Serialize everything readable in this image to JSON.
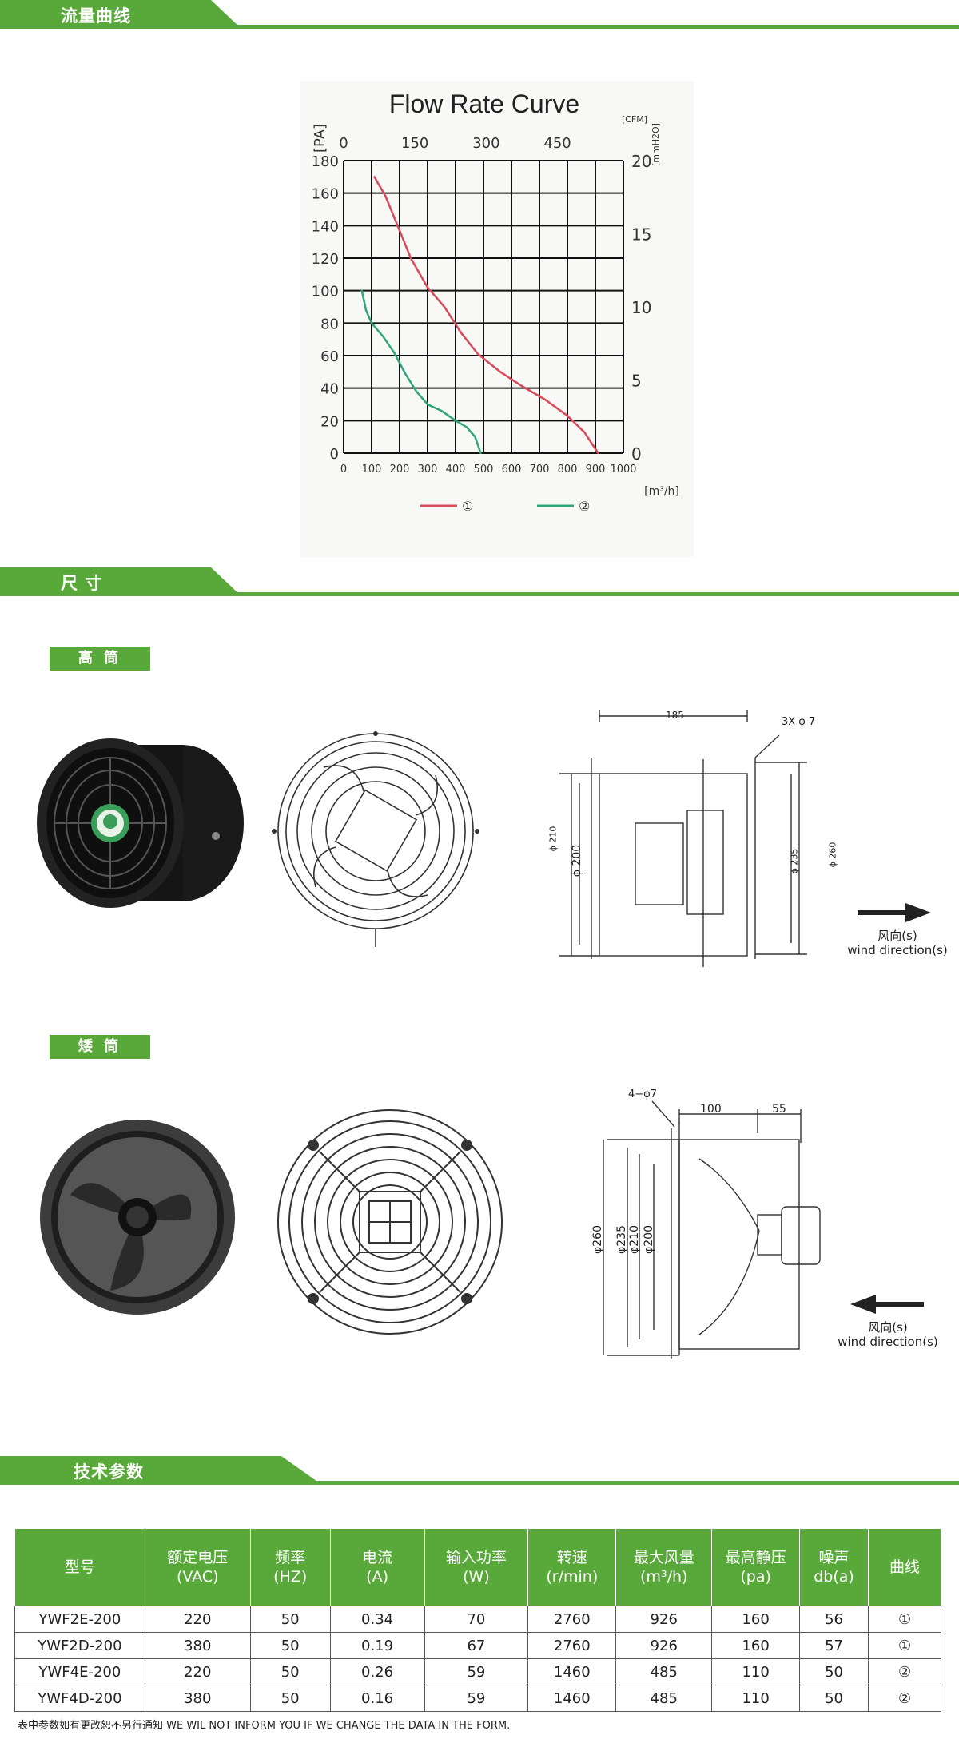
{
  "sections": {
    "flow": "流量曲线",
    "dims": "尺 寸",
    "tech": "技术参数"
  },
  "sub_labels": {
    "tall": "高 筒",
    "short": "矮 筒"
  },
  "chart_data": {
    "type": "line",
    "title": "Flow Rate Curve",
    "ylabel_left": "[PA]",
    "ylabel_right": "[mmH2O]",
    "xlabel_bottom": "[m³/h]",
    "xlabel_top": "[CFM]",
    "x_ticks": [
      "0",
      "100",
      "200",
      "300",
      "400",
      "500",
      "600",
      "700",
      "800",
      "900",
      "1000"
    ],
    "y_ticks": [
      "0",
      "20",
      "40",
      "60",
      "80",
      "100",
      "120",
      "140",
      "160",
      "180"
    ],
    "top_ticks": [
      "0",
      "150",
      "300",
      "450"
    ],
    "right_ticks": [
      "0",
      "5",
      "10",
      "15",
      "20"
    ],
    "xlim": [
      0,
      1000
    ],
    "ylim": [
      0,
      180
    ],
    "grid": true,
    "legend_placement": "bottom",
    "series": [
      {
        "name": "①",
        "color": "#d84a5a",
        "x": [
          110,
          150,
          200,
          240,
          300,
          360,
          420,
          480,
          560,
          640,
          720,
          800,
          860,
          910
        ],
        "y": [
          170,
          158,
          137,
          120,
          102,
          90,
          74,
          61,
          50,
          41,
          33,
          23,
          13,
          0
        ]
      },
      {
        "name": "②",
        "color": "#2fa67a",
        "x": [
          65,
          80,
          100,
          140,
          180,
          220,
          260,
          300,
          350,
          400,
          440,
          470,
          490
        ],
        "y": [
          100,
          88,
          80,
          72,
          62,
          49,
          38,
          30,
          26,
          20,
          16,
          10,
          0
        ]
      }
    ]
  },
  "drawings": {
    "tall": {
      "dim_width": "185",
      "dim_holes": "3X ϕ 7",
      "dim_d210": "ϕ 210",
      "dim_d200": "ϕ 200",
      "dim_d235": "ϕ 235",
      "dim_d260": "ϕ 260"
    },
    "short": {
      "dim_holes": "4−φ7",
      "dim_w100": "100",
      "dim_w55": "55",
      "dim_d260": "φ260",
      "dim_d235": "φ235",
      "dim_d210": "φ210",
      "dim_d200": "φ200"
    }
  },
  "wind": {
    "cn": "风向(s)",
    "en": "wind direction(s)"
  },
  "table": {
    "headers": [
      [
        "型号"
      ],
      [
        "额定电压",
        "(VAC)"
      ],
      [
        "频率",
        "(HZ)"
      ],
      [
        "电流",
        "(A)"
      ],
      [
        "输入功率",
        "(W)"
      ],
      [
        "转速",
        "(r/min)"
      ],
      [
        "最大风量",
        "(m³/h)"
      ],
      [
        "最高静压",
        "(pa)"
      ],
      [
        "噪声",
        "db(a)"
      ],
      [
        "曲线"
      ]
    ],
    "rows": [
      [
        "YWF2E-200",
        "220",
        "50",
        "0.34",
        "70",
        "2760",
        "926",
        "160",
        "56",
        "①"
      ],
      [
        "YWF2D-200",
        "380",
        "50",
        "0.19",
        "67",
        "2760",
        "926",
        "160",
        "57",
        "①"
      ],
      [
        "YWF4E-200",
        "220",
        "50",
        "0.26",
        "59",
        "1460",
        "485",
        "110",
        "50",
        "②"
      ],
      [
        "YWF4D-200",
        "380",
        "50",
        "0.16",
        "59",
        "1460",
        "485",
        "110",
        "50",
        "②"
      ]
    ]
  },
  "footnote": "表中参数如有更改恕不另行通知 WE WIL NOT INFORM YOU IF WE CHANGE THE DATA IN THE FORM.",
  "colors": {
    "accent": "#59a83a"
  }
}
